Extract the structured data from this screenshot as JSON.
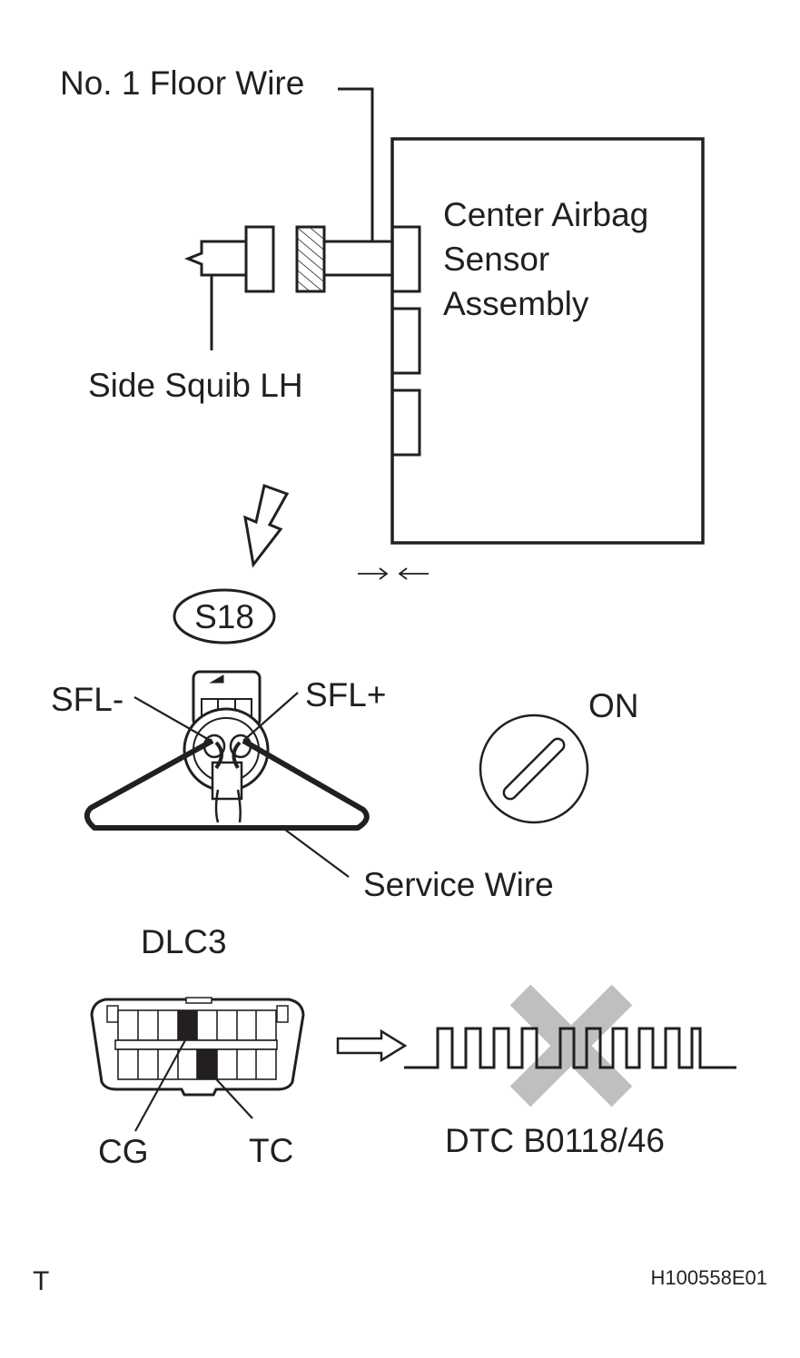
{
  "labels": {
    "floor_wire": "No. 1 Floor Wire",
    "sensor_line1": "Center Airbag",
    "sensor_line2": "Sensor",
    "sensor_line3": "Assembly",
    "side_squib": "Side Squib LH",
    "connector_id": "S18",
    "sfl_minus": "SFL-",
    "sfl_plus": "SFL+",
    "ignition_state": "ON",
    "service_wire": "Service Wire",
    "dlc": "DLC3",
    "cg": "CG",
    "tc": "TC",
    "dtc": "DTC B0118/46",
    "corner_mark": "T",
    "figure_code": "H100558E01"
  },
  "colors": {
    "ink": "#231f20",
    "cross": "#bfbfbf",
    "background": "#ffffff"
  },
  "icons": {
    "connector_arrow": "hollow-down-arrow",
    "hazard_cross": "x-mark",
    "signal_arrow": "hollow-right-arrow"
  }
}
